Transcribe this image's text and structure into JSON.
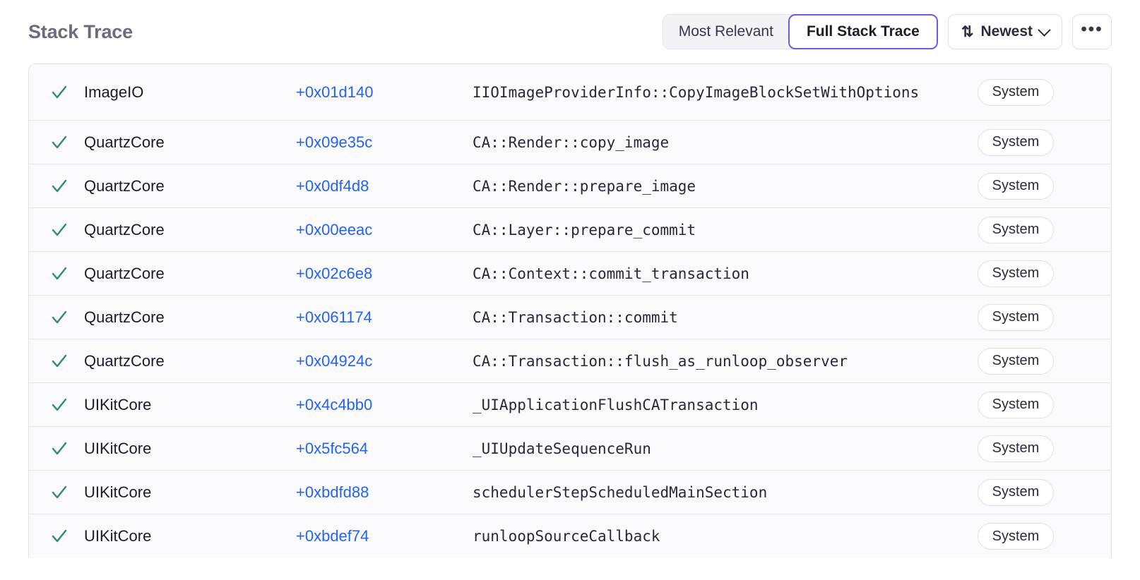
{
  "header": {
    "title": "Stack Trace",
    "segmented": {
      "options": [
        "Most Relevant",
        "Full Stack Trace"
      ],
      "selected": "Full Stack Trace"
    },
    "sort": {
      "icon": "sort-arrows-icon",
      "label": "Newest",
      "chevron": "chevron-down-icon"
    },
    "overflow": {
      "label": "•••"
    }
  },
  "colors": {
    "accent_purple": "#6c5ce7",
    "link_blue": "#2563eb",
    "check_green": "#2e8b6e",
    "title_gray": "#6d6a80",
    "row_bg": "#fafafc",
    "row_border": "#e8e6f0"
  },
  "table": {
    "badge_label": "System",
    "check_icon": "check-icon",
    "rows": [
      {
        "module": "ImageIO",
        "offset": "+0x01d140",
        "function": "IIOImageProviderInfo::CopyImageBlockSetWithOptions",
        "badge": "System",
        "checked": true
      },
      {
        "module": "QuartzCore",
        "offset": "+0x09e35c",
        "function": "CA::Render::copy_image",
        "badge": "System",
        "checked": true
      },
      {
        "module": "QuartzCore",
        "offset": "+0x0df4d8",
        "function": "CA::Render::prepare_image",
        "badge": "System",
        "checked": true
      },
      {
        "module": "QuartzCore",
        "offset": "+0x00eeac",
        "function": "CA::Layer::prepare_commit",
        "badge": "System",
        "checked": true
      },
      {
        "module": "QuartzCore",
        "offset": "+0x02c6e8",
        "function": "CA::Context::commit_transaction",
        "badge": "System",
        "checked": true
      },
      {
        "module": "QuartzCore",
        "offset": "+0x061174",
        "function": "CA::Transaction::commit",
        "badge": "System",
        "checked": true
      },
      {
        "module": "QuartzCore",
        "offset": "+0x04924c",
        "function": "CA::Transaction::flush_as_runloop_observer",
        "badge": "System",
        "checked": true
      },
      {
        "module": "UIKitCore",
        "offset": "+0x4c4bb0",
        "function": "_UIApplicationFlushCATransaction",
        "badge": "System",
        "checked": true
      },
      {
        "module": "UIKitCore",
        "offset": "+0x5fc564",
        "function": "_UIUpdateSequenceRun",
        "badge": "System",
        "checked": true
      },
      {
        "module": "UIKitCore",
        "offset": "+0xbdfd88",
        "function": "schedulerStepScheduledMainSection",
        "badge": "System",
        "checked": true
      },
      {
        "module": "UIKitCore",
        "offset": "+0xbdef74",
        "function": "runloopSourceCallback",
        "badge": "System",
        "checked": true
      }
    ]
  }
}
